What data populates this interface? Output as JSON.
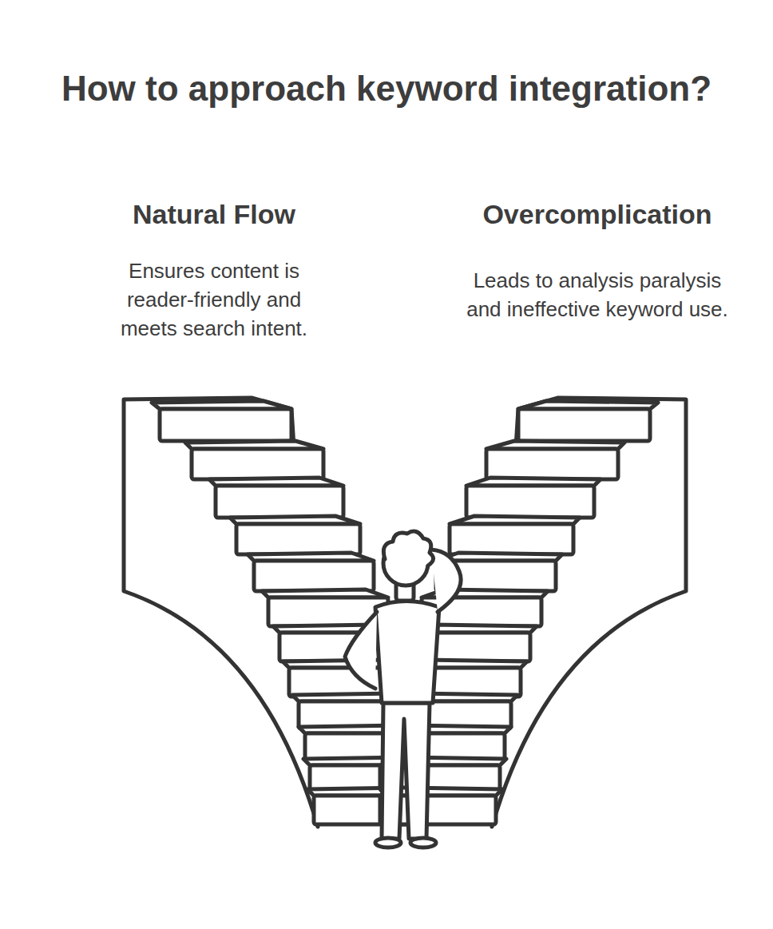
{
  "diagram": {
    "title": "How to approach keyword integration?",
    "labels": [
      "Natural Flow",
      "Ensures content is reader-friendly and meets search intent.",
      "Overcomplication",
      "Leads to analysis paralysis and ineffective keyword use."
    ]
  }
}
